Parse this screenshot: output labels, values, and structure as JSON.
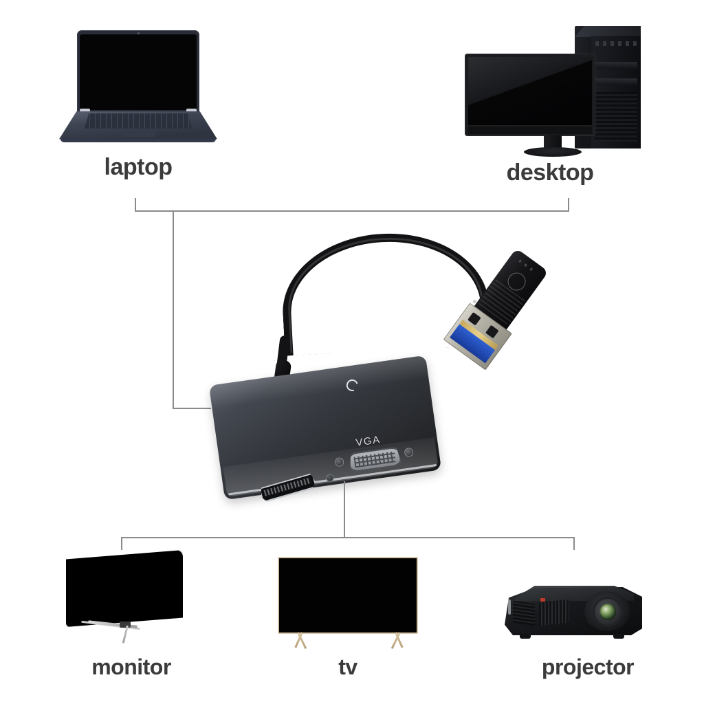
{
  "diagram": {
    "title": "USB 3.0 to HDMI + VGA Adapter Connection Diagram",
    "background_color": "#ffffff",
    "line_color": "#8a8a8a",
    "label_color": "#3b3b3b"
  },
  "sources": {
    "bracket_role": "input devices connect to adapter USB plug",
    "items": [
      {
        "label": "laptop",
        "icon": "laptop-icon"
      },
      {
        "label": "desktop",
        "icon": "desktop-computer-icon"
      }
    ]
  },
  "product": {
    "name": "usb-to-hdmi-vga-adapter",
    "body_color": "#34373d",
    "cable_color": "#121214",
    "ports": [
      {
        "id": "vga",
        "label": "VGA",
        "type": "vga-port"
      },
      {
        "id": "hdmi",
        "label": "",
        "type": "hdmi-port"
      }
    ],
    "indicators": [
      {
        "id": "led",
        "label": "",
        "type": "led-indicator"
      },
      {
        "id": "brand-loop",
        "label": "",
        "type": "loop-logo-icon"
      }
    ],
    "connector": {
      "type": "usb-a-male",
      "standard": "USB 3.0",
      "insert_color": "#2f5fd0"
    }
  },
  "outputs": {
    "bracket_role": "display devices connect to adapter HDMI/VGA outputs",
    "items": [
      {
        "label": "monitor",
        "icon": "curved-monitor-icon"
      },
      {
        "label": "tv",
        "icon": "television-icon"
      },
      {
        "label": "projector",
        "icon": "projector-icon"
      }
    ]
  }
}
